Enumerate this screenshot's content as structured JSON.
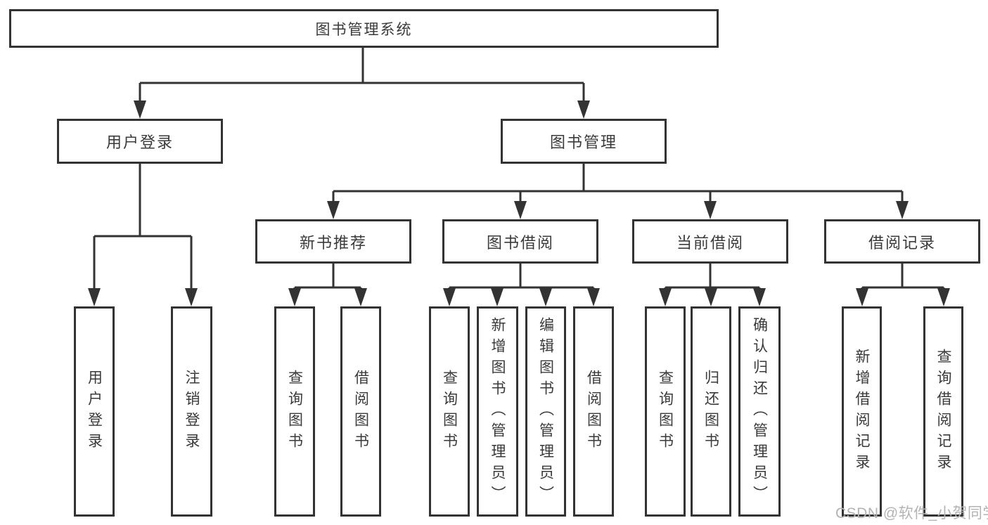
{
  "colors": {
    "line": "#333333",
    "box_border": "#333333",
    "text": "#3a3a3a",
    "background": "#ffffff",
    "watermark": "#b3b3b3"
  },
  "watermark": {
    "text": "CSDN @软件_小贺同学"
  },
  "tree": {
    "root": {
      "label": "图书管理系统"
    },
    "branches": [
      {
        "label": "用户登录",
        "children": [
          {
            "label": "用户登录"
          },
          {
            "label": "注销登录"
          }
        ]
      },
      {
        "label": "图书管理",
        "children": [
          {
            "label": "新书推荐",
            "children": [
              {
                "label": "查询图书"
              },
              {
                "label": "借阅图书"
              }
            ]
          },
          {
            "label": "图书借阅",
            "children": [
              {
                "label": "查询图书"
              },
              {
                "label": "新增图书（管理员）"
              },
              {
                "label": "编辑图书（管理员）"
              },
              {
                "label": "借阅图书"
              }
            ]
          },
          {
            "label": "当前借阅",
            "children": [
              {
                "label": "查询图书"
              },
              {
                "label": "归还图书"
              },
              {
                "label": "确认归还（管理员）"
              }
            ]
          },
          {
            "label": "借阅记录",
            "children": [
              {
                "label": "新增借阅记录"
              },
              {
                "label": "查询借阅记录"
              }
            ]
          }
        ]
      }
    ]
  }
}
